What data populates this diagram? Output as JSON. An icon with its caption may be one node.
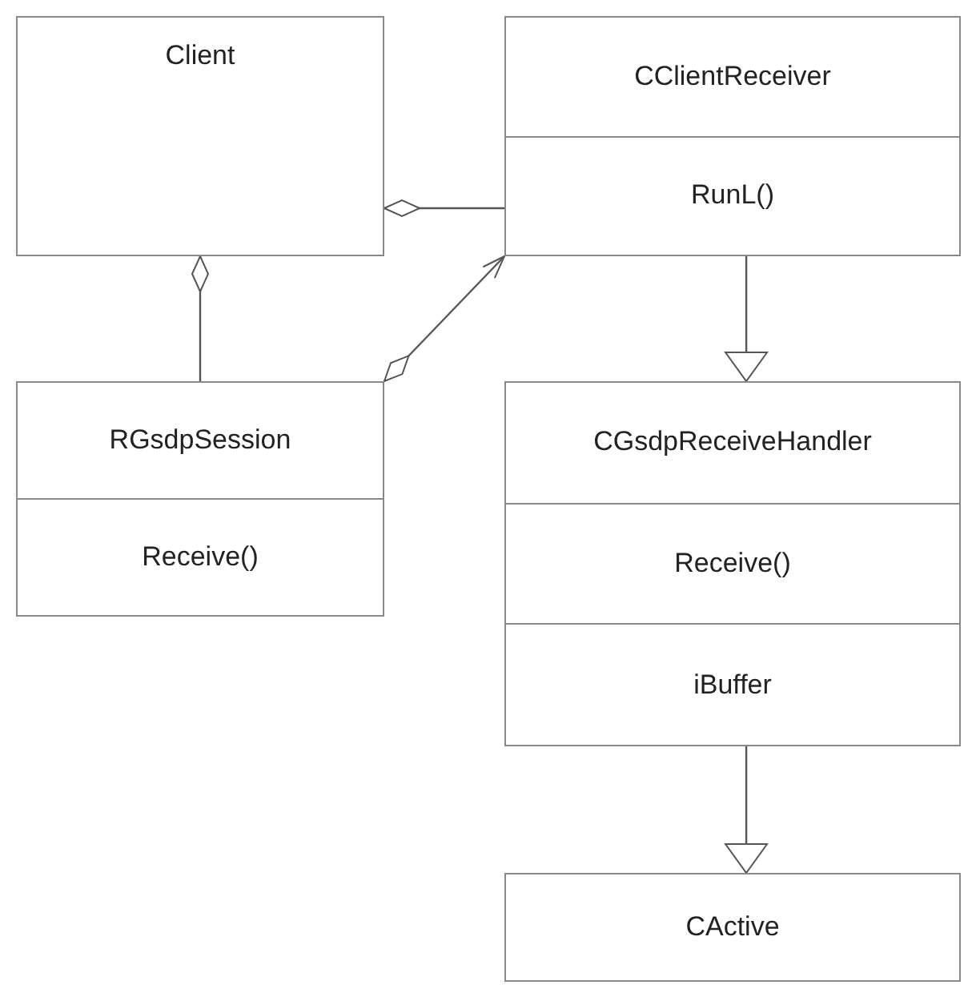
{
  "diagram": {
    "nodes": [
      {
        "text": [
          "Client"
        ]
      },
      {
        "text": [
          "CClientReceiver",
          "RunL()"
        ]
      },
      {
        "text": [
          "RGsdpSession",
          "Receive()"
        ]
      },
      {
        "text": [
          "CGsdpReceiveHandler",
          "Receive()",
          "iBuffer"
        ]
      },
      {
        "text": [
          "CActive"
        ]
      }
    ],
    "edges": [
      {
        "from": 0,
        "to": 1,
        "arrow": "other"
      },
      {
        "from": 0,
        "to": 2,
        "arrow": "other"
      },
      {
        "from": 2,
        "to": 1,
        "arrow": "to"
      },
      {
        "from": 1,
        "to": 3,
        "arrow": "to"
      },
      {
        "from": 3,
        "to": 4,
        "arrow": "to"
      }
    ]
  }
}
